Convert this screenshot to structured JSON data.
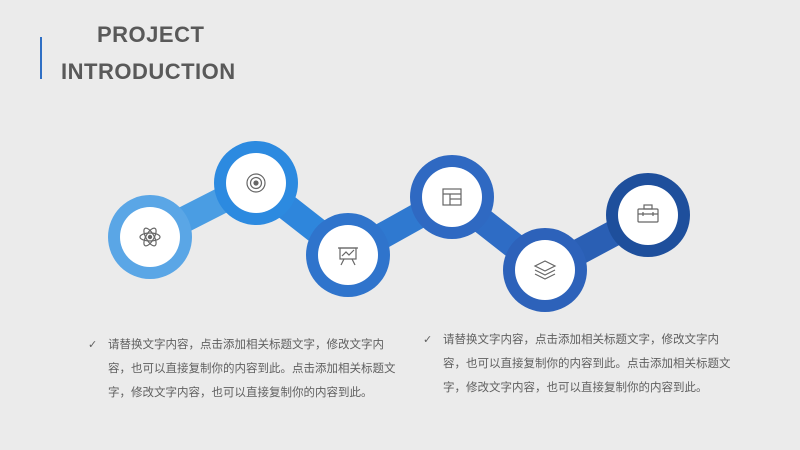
{
  "title": {
    "line1": "PROJECT",
    "line2": "INTRODUCTION"
  },
  "colors": {
    "background": "#ebebeb",
    "accent": "#2f6fc4",
    "title": "#595959",
    "ring_gradient": [
      "#5aa6e6",
      "#2c8ae0",
      "#2f74cc",
      "#2f69c2",
      "#2d62ba",
      "#1e4f9c"
    ]
  },
  "nodes": [
    {
      "icon": "atom-icon"
    },
    {
      "icon": "target-icon"
    },
    {
      "icon": "presentation-board-icon"
    },
    {
      "icon": "layout-grid-icon"
    },
    {
      "icon": "layers-icon"
    },
    {
      "icon": "briefcase-icon"
    }
  ],
  "paragraphs": {
    "left": {
      "check": "✓",
      "text": "请替换文字内容，点击添加相关标题文字，修改文字内容，也可以直接复制你的内容到此。点击添加相关标题文字，修改文字内容，也可以直接复制你的内容到此。"
    },
    "right": {
      "check": "✓",
      "text": "请替换文字内容，点击添加相关标题文字，修改文字内容，也可以直接复制你的内容到此。点击添加相关标题文字，修改文字内容，也可以直接复制你的内容到此。"
    }
  }
}
